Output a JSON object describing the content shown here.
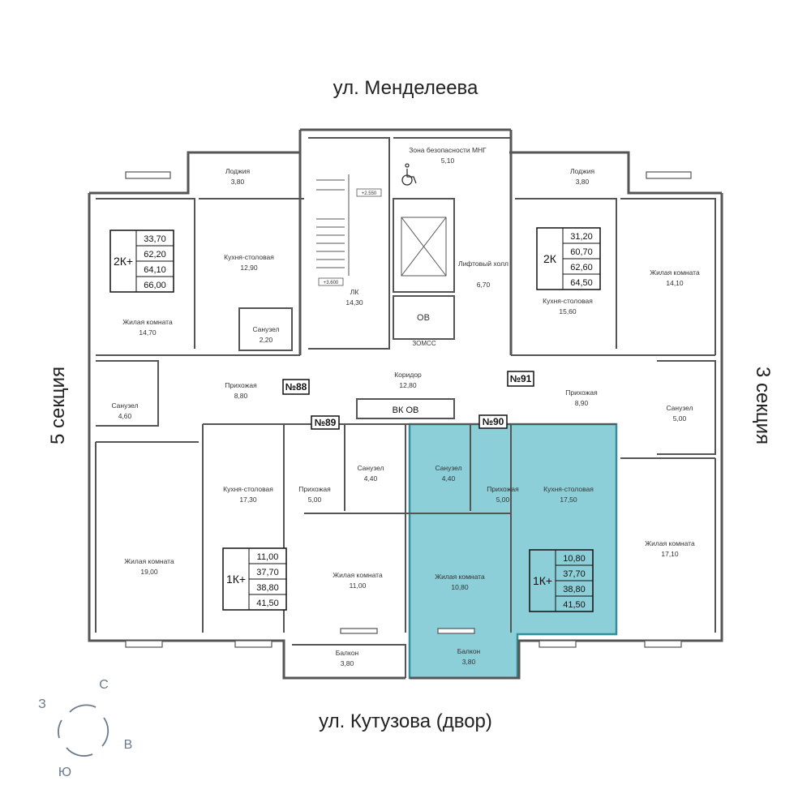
{
  "streets": {
    "top": "ул. Менделеева",
    "bottom": "ул. Кутузова (двор)"
  },
  "sections": {
    "left": "5 секция",
    "right": "3 секция"
  },
  "colors": {
    "highlight": "#8ccfd8",
    "highlight_stroke": "#2f8f9b",
    "wall": "#555555",
    "compass": "#6b7a8c"
  },
  "rooms": [
    {
      "name": "Лоджия",
      "area": "3,80"
    },
    {
      "name": "Кухня-столовая",
      "area": "12,90"
    },
    {
      "name": "Жилая комната",
      "area": "14,70"
    },
    {
      "name": "Санузел",
      "area": "2,20"
    },
    {
      "name": "ЛК",
      "area": "14,30"
    },
    {
      "name": "Зона безопасности МНГ",
      "area": "5,10"
    },
    {
      "name": "Лифтовый холл",
      "area": "6,70"
    },
    {
      "name": "ОВ",
      "area": ""
    },
    {
      "name": "Лоджия",
      "area": "3,80"
    },
    {
      "name": "Кухня-столовая",
      "area": "15,60"
    },
    {
      "name": "Жилая комната",
      "area": "14,10"
    },
    {
      "name": "Санузел",
      "area": "4,60"
    },
    {
      "name": "Прихожая",
      "area": "8,80"
    },
    {
      "name": "Коридор",
      "area": "12,80"
    },
    {
      "name": "Прихожая",
      "area": "8,90"
    },
    {
      "name": "Санузел",
      "area": "5,00"
    },
    {
      "name": "Кухня-столовая",
      "area": "17,30"
    },
    {
      "name": "Прихожая",
      "area": "5,00"
    },
    {
      "name": "Санузел",
      "area": "4,40"
    },
    {
      "name": "Санузел",
      "area": "4,40"
    },
    {
      "name": "Прихожая",
      "area": "5,00"
    },
    {
      "name": "Кухня-столовая",
      "area": "17,50"
    },
    {
      "name": "Жилая комната",
      "area": "19,00"
    },
    {
      "name": "Жилая комната",
      "area": "11,00"
    },
    {
      "name": "Жилая комната",
      "area": "10,80"
    },
    {
      "name": "Жилая комната",
      "area": "17,10"
    },
    {
      "name": "Балкон",
      "area": "3,80"
    },
    {
      "name": "Балкон",
      "area": "3,80"
    }
  ],
  "apartments": [
    {
      "number": "№88",
      "type": "2К+",
      "areas": [
        "33,70",
        "62,20",
        "64,10",
        "66,00"
      ]
    },
    {
      "number": "№91",
      "type": "2К",
      "areas": [
        "31,20",
        "60,70",
        "62,60",
        "64,50"
      ]
    },
    {
      "number": "№89",
      "type": "1К+",
      "areas": [
        "11,00",
        "37,70",
        "38,80",
        "41,50"
      ]
    },
    {
      "number": "№90",
      "type": "1К+",
      "areas": [
        "10,80",
        "37,70",
        "38,80",
        "41,50"
      ]
    }
  ],
  "shaft_label": "ВК  ОВ",
  "zomss": "ЗОМСС",
  "levels": [
    "+2.550",
    "+3.600"
  ],
  "compass": {
    "north": "С",
    "east": "В",
    "south": "Ю",
    "west": "З"
  }
}
